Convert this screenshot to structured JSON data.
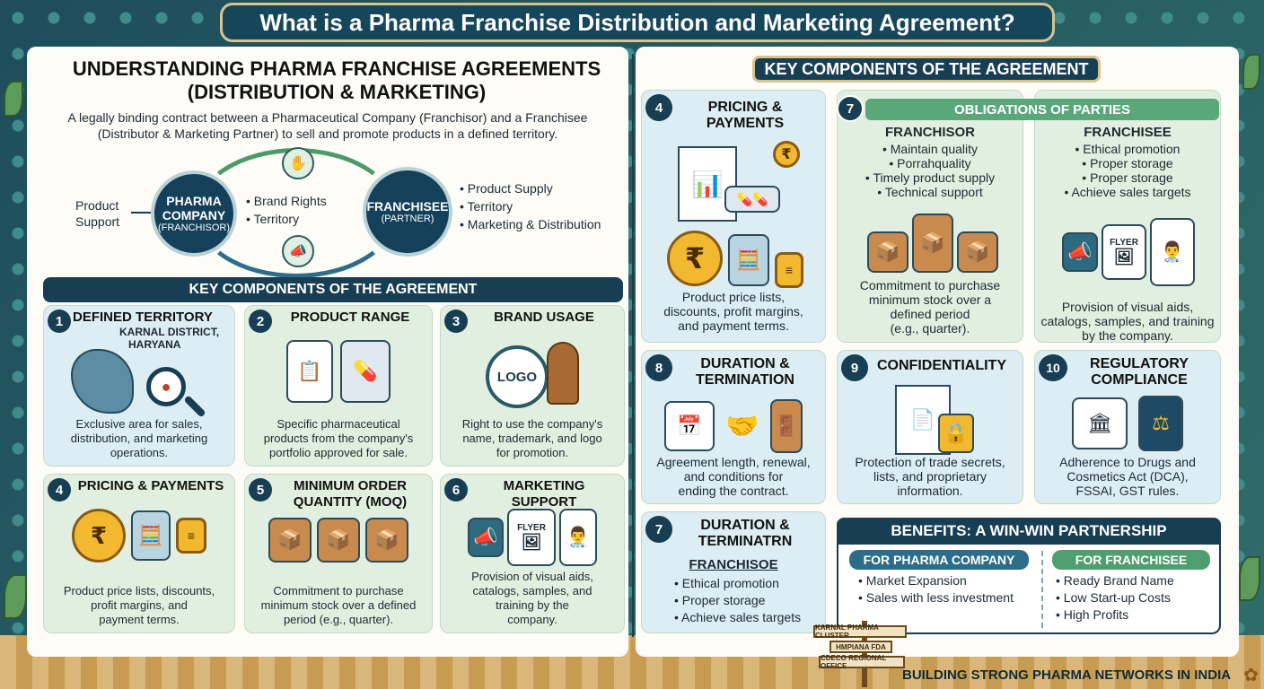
{
  "title": "What is a Pharma Franchise Distribution and Marketing Agreement?",
  "left": {
    "heading_line1": "UNDERSTANDING PHARMA FRANCHISE AGREEMENTS",
    "heading_line2": "(DISTRIBUTION & MARKETING)",
    "intro_line1": "A legally binding contract between a Pharmaceutical Company (Franchisor) and a Franchisee",
    "intro_line2": "(Distributor & Marketing Partner) to sell and promote products in a defined territory.",
    "flow": {
      "left_label_line1": "Product",
      "left_label_line2": "Support",
      "company_line1": "PHARMA",
      "company_line2": "COMPANY",
      "company_line3": "(FRANCHISOR)",
      "mid_items": [
        "• Brand Rights",
        "• Territory"
      ],
      "franchisee_line1": "FRANCHISEE",
      "franchisee_line2": "(PARTNER)",
      "right_items": [
        "• Product Supply",
        "• Territory",
        "• Marketing & Distribution"
      ]
    },
    "section_header": "KEY COMPONENTS OF THE AGREEMENT",
    "cards": [
      {
        "num": "1",
        "title": "DEFINED TERRITORY",
        "note_line1": "KARNAL DISTRICT,",
        "note_line2": "HARYANA",
        "desc_line1": "Exclusive area for sales,",
        "desc_line2": "distribution, and marketing",
        "desc_line3": "operations."
      },
      {
        "num": "2",
        "title": "PRODUCT RANGE",
        "desc_line1": "Specific pharmaceutical",
        "desc_line2": "products from the company's",
        "desc_line3": "portfolio approved for sale."
      },
      {
        "num": "3",
        "title": "BRAND USAGE",
        "logo": "LOGO",
        "desc_line1": "Right to use the company's",
        "desc_line2": "name, trademark, and logo",
        "desc_line3": "for promotion."
      },
      {
        "num": "4",
        "title": "PRICING & PAYMENTS",
        "desc_line1": "Product price lists, discounts,",
        "desc_line2": "profit margins, and",
        "desc_line3": "payment terms."
      },
      {
        "num": "5",
        "title_line1": "MINIMUM ORDER",
        "title_line2": "QUANTITY (MOQ)",
        "desc_line1": "Commitment to purchase",
        "desc_line2": "minimum stock over a defined",
        "desc_line3": "period (e.g., quarter)."
      },
      {
        "num": "6",
        "title": "MARKETING SUPPORT",
        "flyer": "FLYER",
        "desc_line1": "Provision of visual aids,",
        "desc_line2": "catalogs, samples, and",
        "desc_line3": "training by the",
        "desc_line4": "company."
      }
    ]
  },
  "right": {
    "section_header": "KEY COMPONENTS OF THE AGREEMENT",
    "pricing": {
      "num": "4",
      "title_line1": "PRICING &",
      "title_line2": "PAYMENTS",
      "desc_line1": "Product price lists,",
      "desc_line2": "discounts, profit margins,",
      "desc_line3": "and payment terms."
    },
    "obligations": {
      "num": "7",
      "banner": "OBLIGATIONS OF PARTIES",
      "franchisor_title": "FRANCHISOR",
      "franchisor_items": [
        "• Maintain quality",
        "• Porrahquality",
        "• Timely product supply",
        "• Technical support"
      ],
      "franchisor_desc_line1": "Commitment to purchase",
      "franchisor_desc_line2": "minimum stock over a",
      "franchisor_desc_line3": "defined period",
      "franchisor_desc_line4": "(e.g., quarter).",
      "franchisee_title": "FRANCHISEE",
      "franchisee_items": [
        "• Ethical promotion",
        "• Proper storage",
        "• Proper storage",
        "• Achieve sales targets"
      ],
      "flyer": "FLYER",
      "franchisee_desc_line1": "Provision of visual aids,",
      "franchisee_desc_line2": "catalogs, samples, and training",
      "franchisee_desc_line3": "by the company."
    },
    "duration": {
      "num": "8",
      "title_line1": "DURATION &",
      "title_line2": "TERMINATION",
      "desc_line1": "Agreement length, renewal,",
      "desc_line2": "and conditions for",
      "desc_line3": "ending the contract."
    },
    "confidentiality": {
      "num": "9",
      "title": "CONFIDENTIALITY",
      "desc_line1": "Protection of trade secrets,",
      "desc_line2": "lists, and proprietary",
      "desc_line3": "information."
    },
    "regulatory": {
      "num": "10",
      "title_line1": "REGULATORY",
      "title_line2": "COMPLIANCE",
      "desc_line1": "Adherence to Drugs and",
      "desc_line2": "Cosmetics Act (DCA),",
      "desc_line3": "FSSAI, GST rules."
    },
    "duration2": {
      "num": "7",
      "title_line1": "DURATION &",
      "title_line2": "TERMINATRN",
      "sub": "FRANCHISOE",
      "items": [
        "• Ethical promotion",
        "• Proper storage",
        "• Achieve sales targets"
      ]
    },
    "benefits": {
      "title": "BENEFITS: A WIN-WIN PARTNERSHIP",
      "pharma_title": "FOR PHARMA COMPANY",
      "pharma_items": [
        "• Market Expansion",
        "• Sales with less investment"
      ],
      "franchisee_title": "FOR FRANCHISEE",
      "franchisee_items": [
        "• Ready Brand Name",
        "• Low Start-up Costs",
        "• High Profits"
      ]
    },
    "signs": [
      "KARNAL PHARMA CLUSTER",
      "HMPIANA FDA",
      "CDECO REGIONAL OFFICE"
    ],
    "footer": "BUILDING STRONG PHARMA NETWORKS IN INDIA"
  },
  "colors": {
    "navy": "#173e52",
    "green": "#5aa87a",
    "card_blue": "#dcedf3",
    "card_green": "#e1efe0",
    "gold": "#f2b830"
  }
}
